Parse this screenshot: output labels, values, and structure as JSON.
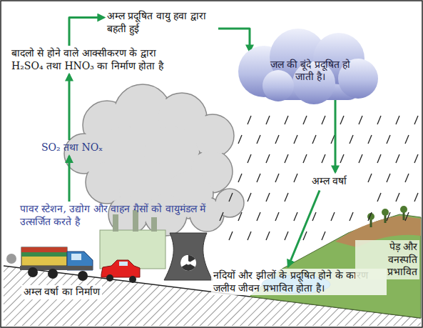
{
  "diagram": {
    "nodes": [
      {
        "text": [
          "पावर स्टेशन, उद्योग और वाहन गैसों को वायुमंडल में उत्सर्जित करते है"
        ]
      },
      {
        "text": [
          "SO₂ तथा NOₓ"
        ]
      },
      {
        "text": [
          "बादलो से होने वाले आक्सीकरण के द्वारा H₂SO₄ तथा HNO₃ का निर्माण होता है"
        ]
      },
      {
        "text": [
          "अम्ल प्रदूषित वायु हवा द्वारा बहती हुई"
        ]
      },
      {
        "text": [
          "जल की बूंदे प्रदूषित हो जाती है।"
        ]
      },
      {
        "text": [
          "अम्ल वर्षा"
        ]
      },
      {
        "text": [
          "नदियों और झीलों के प्रदूषित होने के कारण जलीय जीवन प्रभावित होता है।"
        ]
      }
    ],
    "edges": [
      {
        "from": 0,
        "to": 1,
        "arrow": "to"
      },
      {
        "from": 1,
        "to": 2,
        "arrow": "to"
      },
      {
        "from": 2,
        "to": 3,
        "arrow": "to"
      },
      {
        "from": 3,
        "to": 4,
        "arrow": "to"
      },
      {
        "from": 4,
        "to": 5,
        "arrow": "to"
      },
      {
        "from": 5,
        "to": 6,
        "arrow": "to"
      }
    ],
    "labels": [
      "पेड़ और वनस्पति प्रभावित",
      "अम्ल वर्षा का निर्माण"
    ]
  }
}
